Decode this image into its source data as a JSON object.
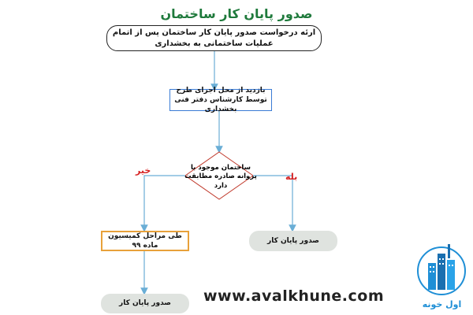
{
  "title": "صدور پایان کار ساختمان",
  "nodes": {
    "start": "ارئه درخواست صدور پایان کار ساختمان پس از اتمام عملیات ساختمانی به بخشداری",
    "inspection": "بازدید از محل اجرای طرح توسط کارشناس دفتر فنی بخشداری",
    "decision": "ساختمان موجود با پروانه صادره مطابقت دارد",
    "no_branch_step": "طی مراحل کمیسیون ماده ۹۹",
    "yes_result": "صدور پایان کار",
    "no_result": "صدور پایان کار"
  },
  "labels": {
    "no": "خیر",
    "yes": "بله"
  },
  "watermark": "www.avalkhune.com",
  "logo": {
    "text": "اول خونه"
  },
  "colors": {
    "title": "#1f7a3c",
    "arrow": "#6aaed6",
    "no": "#d62020",
    "yes": "#d62020",
    "diamond_fill": "#ffffff",
    "diamond_border": "#c0392b"
  }
}
